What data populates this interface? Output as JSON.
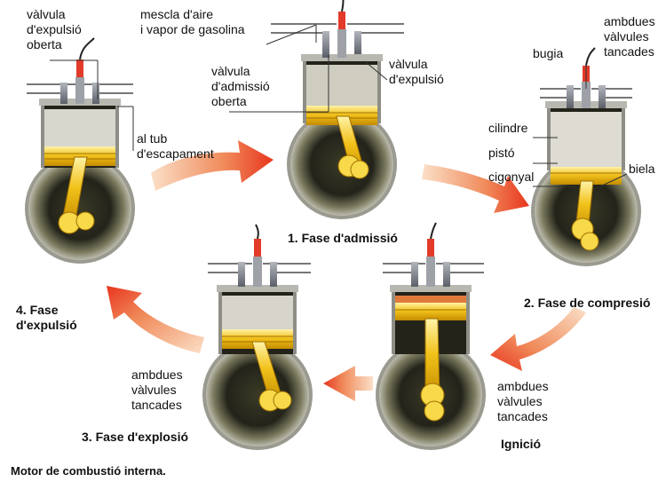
{
  "labels": {
    "exhaust_valve_open": "vàlvula\nd'expulsió\noberta",
    "air_fuel_mix": "mescla d'aire\ni vapor de gasolina",
    "intake_valve_open": "vàlvula\nd'admissió\noberta",
    "exhaust_valve": "vàlvula\nd'expulsió",
    "exhaust_pipe": "al tub\nd'escapament",
    "both_valves_closed_top": "ambdues\nvàlvules\ntancades",
    "spark_plug": "bugia",
    "cylinder": "cilindre",
    "piston": "pistó",
    "crankshaft": "cigonyal",
    "connecting_rod": "biela",
    "both_valves_closed_explosion": "ambdues\nvàlvules\ntancades",
    "both_valves_closed_ignition": "ambdues\nvàlvules\ntancades",
    "ignition": "Ignició"
  },
  "phases": {
    "phase1": "1. Fase d'admissió",
    "phase2": "2. Fase de compresió",
    "phase3": "3. Fase d'explosió",
    "phase4": "4. Fase\nd'expulsió"
  },
  "caption": "Motor de combustió interna.",
  "colors": {
    "piston_yellow": "#f2c21b",
    "arrow_red": "#e8351e",
    "arrow_orange": "#f6b06a",
    "chamber_dark": "#2a2a1a",
    "cylinder_gray": "#d9d7cf",
    "spark_red": "#e23b2a"
  },
  "icons": [
    "engine-cylinder",
    "spark-plug",
    "valve",
    "crankshaft",
    "cycle-arrow"
  ]
}
